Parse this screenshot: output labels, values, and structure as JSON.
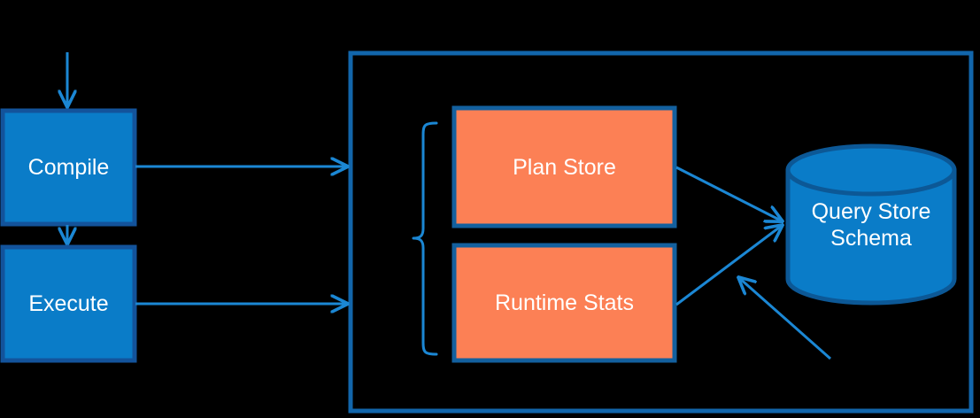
{
  "diagram": {
    "title": "Query Store architecture flow",
    "colors": {
      "background": "#000000",
      "process_fill": "#0A7CC8",
      "process_stroke": "#13539B",
      "store_fill": "#FC8055",
      "store_stroke": "#13609E",
      "cylinder_fill": "#0A7CC8",
      "cylinder_stroke": "#0C5896",
      "connector": "#1B87D4",
      "container_border": "#1266AB",
      "text": "#FFFFFF"
    },
    "nodes": [
      {
        "id": "compile",
        "type": "process",
        "label": "Compile"
      },
      {
        "id": "execute",
        "type": "process",
        "label": "Execute"
      },
      {
        "id": "plan-store",
        "type": "store",
        "label": "Plan Store"
      },
      {
        "id": "runtime-stats",
        "type": "store",
        "label": "Runtime Stats"
      },
      {
        "id": "query-store-schema",
        "type": "cylinder",
        "label": "Query Store\nSchema"
      }
    ],
    "connectors": [
      {
        "id": "inbound-to-compile",
        "from": "",
        "to": "compile",
        "arrow": true
      },
      {
        "id": "compile-to-execute",
        "from": "compile",
        "to": "execute",
        "arrow": true
      },
      {
        "id": "compile-to-container",
        "from": "compile",
        "to": "query-store-boundary",
        "arrow": true
      },
      {
        "id": "execute-to-container",
        "from": "execute",
        "to": "query-store-boundary",
        "arrow": true
      },
      {
        "id": "plan-store-to-schema",
        "from": "plan-store",
        "to": "query-store-schema",
        "arrow": true
      },
      {
        "id": "runtime-stats-to-schema",
        "from": "runtime-stats",
        "to": "query-store-schema",
        "arrow": true
      },
      {
        "id": "external-to-schema",
        "from": "",
        "to": "query-store-schema",
        "arrow": true
      }
    ],
    "brace": {
      "id": "stores-brace",
      "groups": [
        "plan-store",
        "runtime-stats"
      ]
    },
    "container": {
      "id": "query-store-boundary",
      "label": ""
    }
  }
}
